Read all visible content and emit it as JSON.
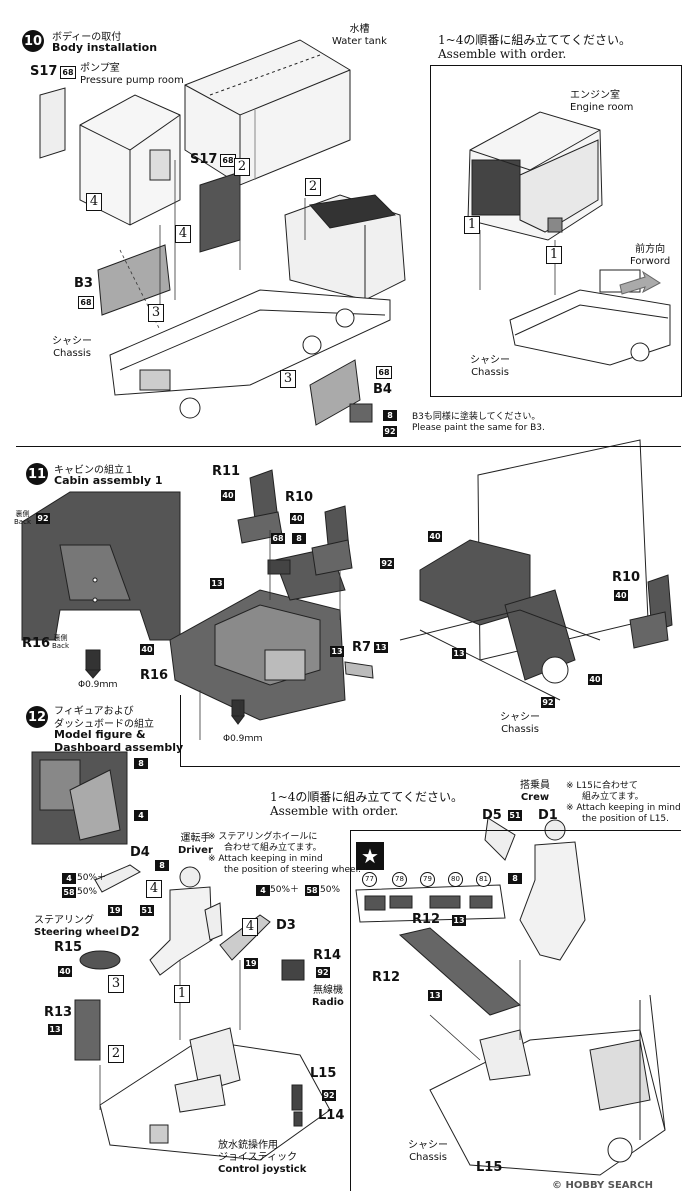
{
  "steps": {
    "s10": {
      "num": "10",
      "title_jp": "ボディーの取付",
      "title_en": "Body installation"
    },
    "s11": {
      "num": "11",
      "title_jp": "キャビンの組立１",
      "title_en": "Cabin assembly 1"
    },
    "s12": {
      "num": "12",
      "title_jp1": "フィギュアおよび",
      "title_jp2": "ダッシュボードの組立",
      "title_en1": "Model figure &",
      "title_en2": "Dashboard assembly"
    }
  },
  "s10_labels": {
    "water_tank_jp": "水槽",
    "water_tank_en": "Water tank",
    "pump_jp": "ポンプ室",
    "pump_en": "Pressure pump room",
    "chassis_jp": "シャシー",
    "chassis_en": "Chassis",
    "s17a": "S17",
    "s17b": "S17",
    "b3": "B3",
    "b4": "B4",
    "c68a": "68",
    "c68b": "68",
    "c68c": "68",
    "c68d": "68",
    "c8": "8",
    "c92": "92",
    "paint_jp": "B3も同様に塗装してください。",
    "paint_en": "Please paint the same for B3."
  },
  "s10_box": {
    "order_jp": "1~4の順番に組み立ててください。",
    "order_en": "Assemble with order.",
    "engine_jp": "エンジン室",
    "engine_en": "Engine room",
    "forward_jp": "前方向",
    "forward_en": "Forword",
    "chassis_jp": "シャシー",
    "chassis_en": "Chassis"
  },
  "s11_labels": {
    "back_jp": "裏側",
    "back_en": "Back",
    "c92a": "92",
    "r16back": "R16",
    "r16": "R16",
    "r11": "R11",
    "r10a": "R10",
    "r10b": "R10",
    "r7": "R7",
    "c40a": "40",
    "c40b": "40",
    "c40c": "40",
    "c40d": "40",
    "c40e": "40",
    "c68": "68",
    "c8": "8",
    "c13a": "13",
    "c13b": "13",
    "c13c": "13",
    "c13d": "13",
    "c92b": "92",
    "c92c": "92",
    "drill_a": "Φ0.9ｍｍ",
    "drill_b": "Φ0.9ｍｍ",
    "chassis_jp": "シャシー",
    "chassis_en": "Chassis"
  },
  "s12_labels": {
    "order_jp": "1~4の順番に組み立ててください。",
    "order_en": "Assemble with order.",
    "crew_jp": "搭乗員",
    "crew_en": "Crew",
    "crew_note1": "※ L15に合わせて",
    "crew_note2": "組み立てます。",
    "crew_note3": "※ Attach keeping in mind",
    "crew_note4": "the position of L15.",
    "driver_jp": "運転手",
    "driver_en": "Driver",
    "steer_note1": "※ ステアリングホイールに",
    "steer_note2": "合わせて組み立てます。",
    "steer_note3": "※ Attach keeping in mind",
    "steer_note4": "the position of steering wheel.",
    "d1": "D1",
    "d2": "D2",
    "d3": "D3",
    "d4": "D4",
    "d5": "D5",
    "r12a": "R12",
    "r12b": "R12",
    "r13": "R13",
    "r14": "R14",
    "r15": "R15",
    "l14": "L14",
    "l15a": "L15",
    "l15b": "L15",
    "mix1": "50%＋",
    "mix2": "50%",
    "mix3": "50%＋",
    "mix4": "50%",
    "c4a": "4",
    "c58a": "58",
    "c4b": "4",
    "c58b": "58",
    "c8a": "8",
    "c8b": "8",
    "c8c": "8",
    "c4c": "4",
    "c19a": "19",
    "c19b": "19",
    "c51a": "51",
    "c51b": "51",
    "c40": "40",
    "c13a": "13",
    "c13b": "13",
    "c13c": "13",
    "c92a": "92",
    "c92b": "92",
    "steering_jp": "ステアリング",
    "steering_en": "Steering wheel",
    "radio_jp": "無線機",
    "radio_en": "Radio",
    "joy_jp1": "放水銃操作用",
    "joy_jp2": "ジョイスティック",
    "joy_en": "Control joystick",
    "decals": [
      "77",
      "78",
      "79",
      "80",
      "81"
    ],
    "chassis_jp": "シャシー",
    "chassis_en": "Chassis"
  },
  "watermark": "© HOBBY SEARCH"
}
